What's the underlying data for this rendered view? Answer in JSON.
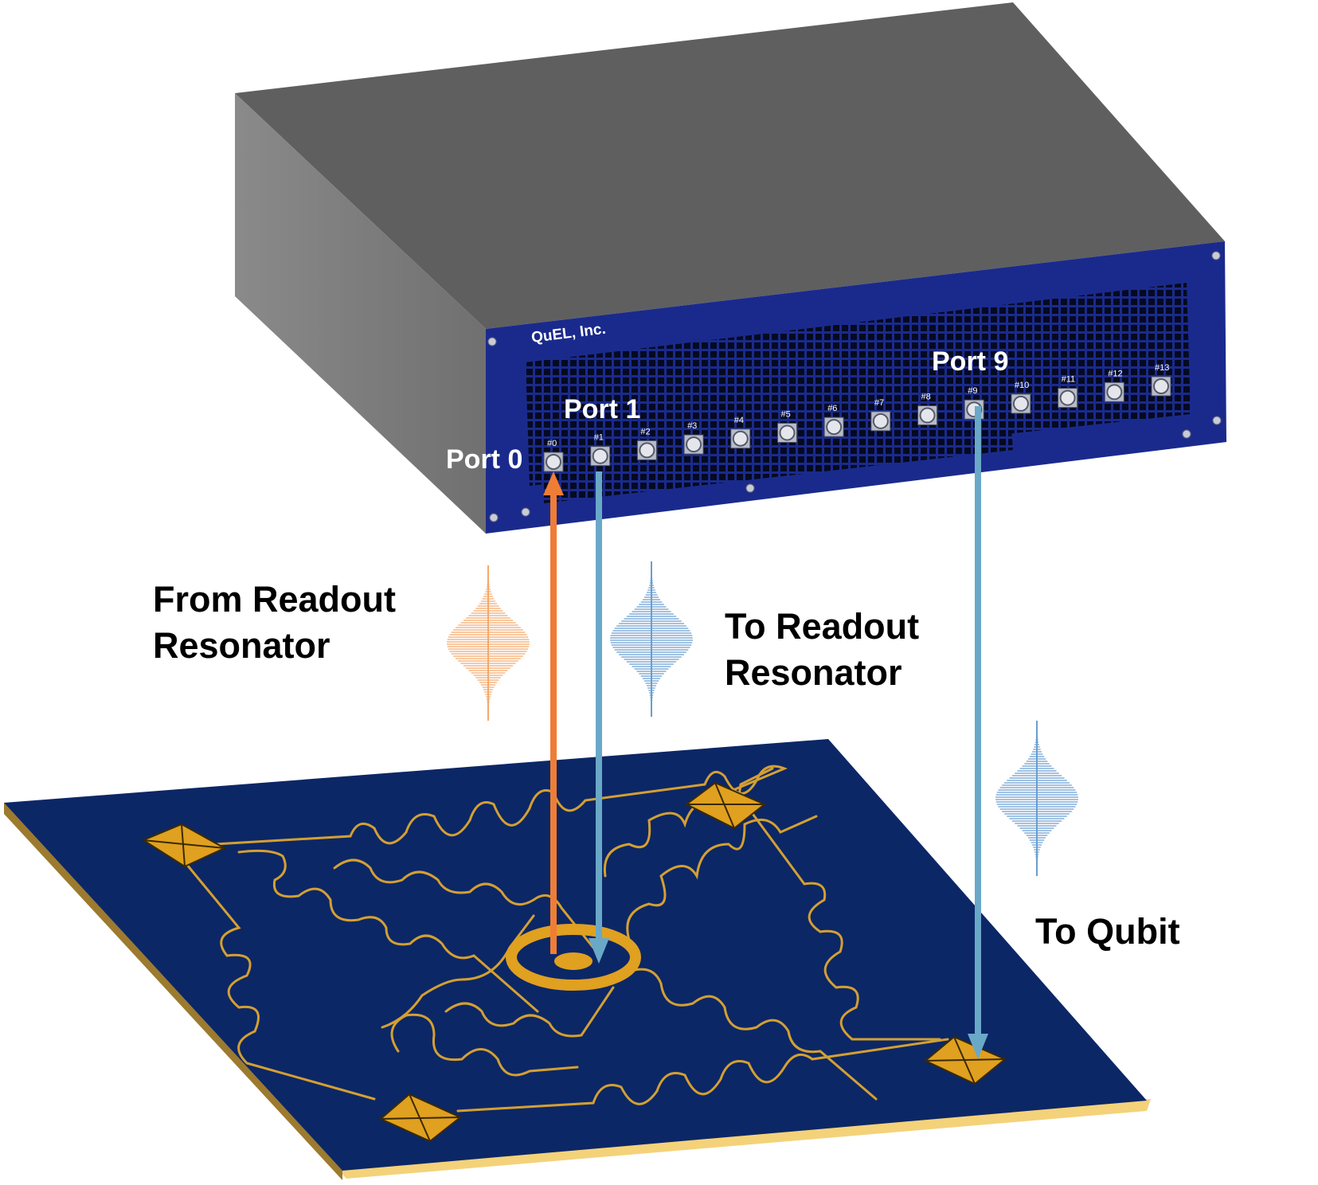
{
  "device": {
    "brand": "QuEL, Inc.",
    "port_numbers": [
      "#0",
      "#1",
      "#2",
      "#3",
      "#4",
      "#5",
      "#6",
      "#7",
      "#8",
      "#9",
      "#10",
      "#11",
      "#12",
      "#13"
    ]
  },
  "labels": {
    "port0": "Port 0",
    "port1": "Port 1",
    "port9": "Port 9",
    "from_readout_line1": "From Readout",
    "from_readout_line2": "Resonator",
    "to_readout_line1": "To Readout",
    "to_readout_line2": "Resonator",
    "to_qubit": "To Qubit"
  },
  "colors": {
    "box_top": "#5f5f5f",
    "box_side": "#808080",
    "panel": "#1a2a8c",
    "chip": "#0c2766",
    "chip_edge": "#d7b45a",
    "trace": "#d4a032",
    "orange": "#ef7d35",
    "blue": "#6aa8c8",
    "orange_pulse": "#f5a96a",
    "blue_pulse": "#6a9ed0"
  }
}
